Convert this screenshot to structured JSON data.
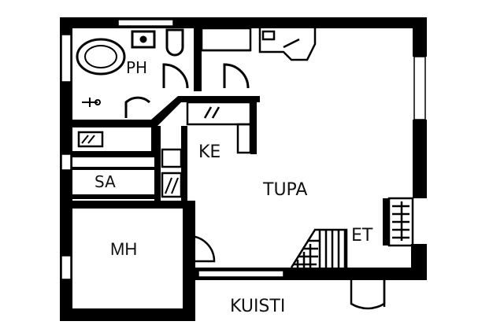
{
  "rooms": {
    "ph": "PH",
    "ke": "KE",
    "sa": "SA",
    "tupa": "TUPA",
    "mh": "MH",
    "et": "ET",
    "kuisti": "KUISTI"
  },
  "colors": {
    "wall": "#000000",
    "background": "#ffffff"
  }
}
